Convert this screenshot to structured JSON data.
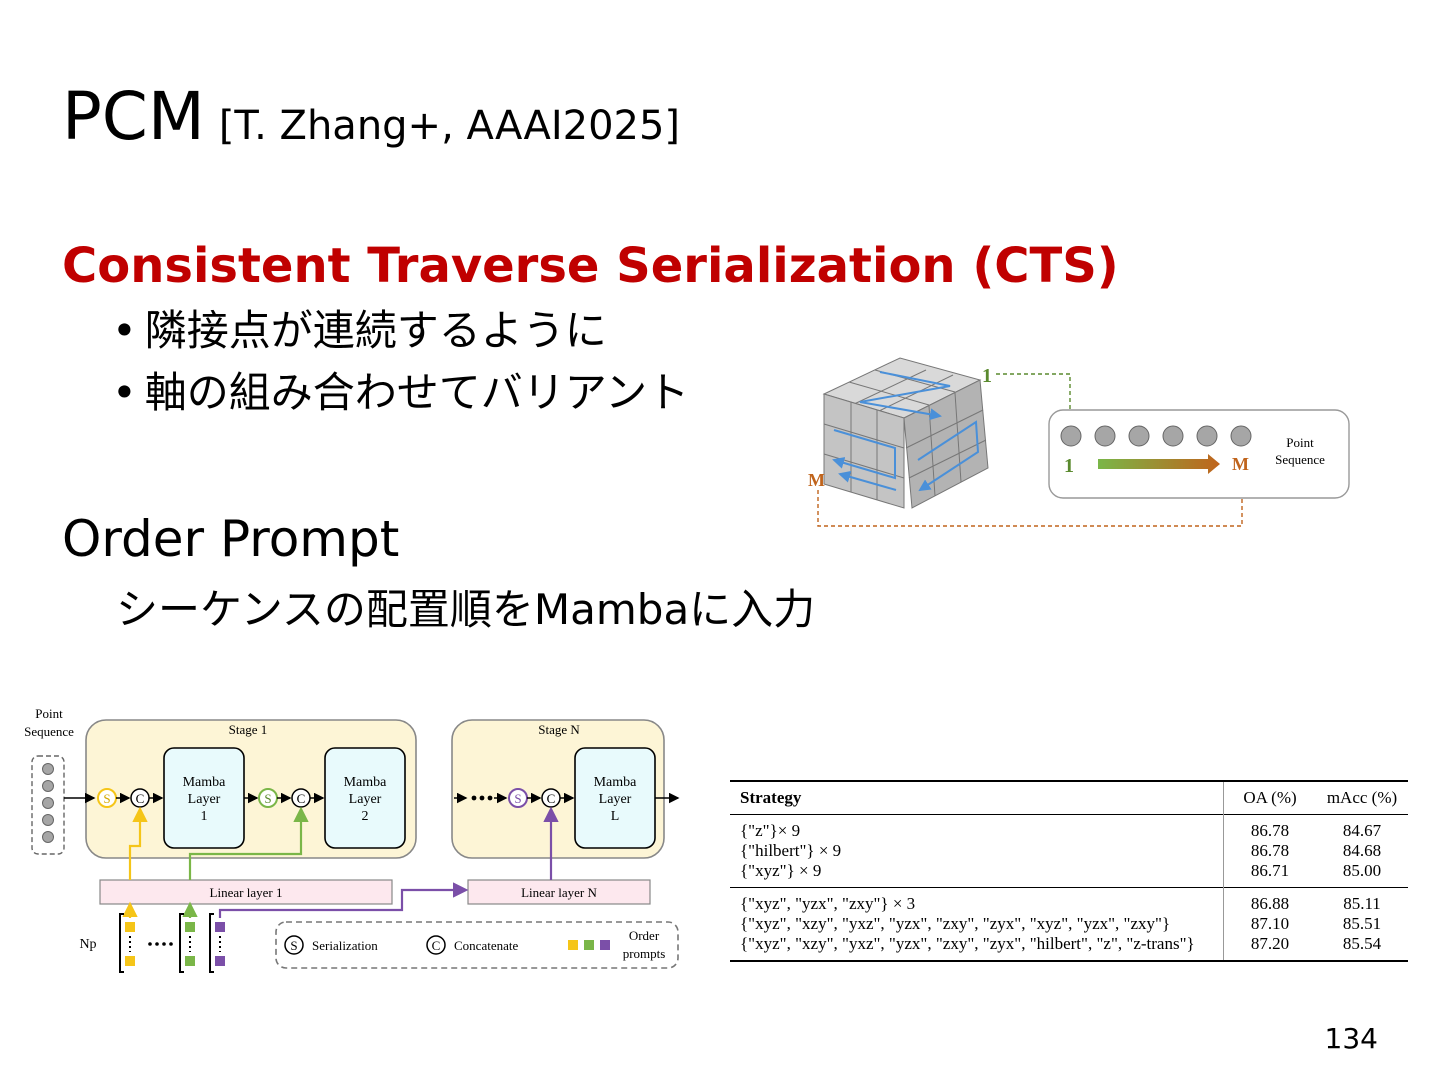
{
  "slide": {
    "title": "PCM",
    "citation": "[T. Zhang+, AAAI2025]",
    "cts_heading": "Consistent Traverse Serialization (CTS)",
    "bullets": [
      "隣接点が連続するように",
      "軸の組み合わせてバリアント"
    ],
    "order_prompt_heading": "Order Prompt",
    "order_prompt_desc": "シーケンスの配置順をMambaに入力",
    "page_number": "134"
  },
  "figure_cts": {
    "start_label": "1",
    "end_label": "M",
    "sequence_label_line1": "Point",
    "sequence_label_line2": "Sequence",
    "seq_start": "1",
    "seq_end": "M",
    "colors": {
      "start": "#5a8a2e",
      "end": "#c0641c",
      "arrow": "#4a90d9"
    }
  },
  "figure_arch": {
    "input_label_line1": "Point",
    "input_label_line2": "Sequence",
    "stage1_label": "Stage 1",
    "stageN_label": "Stage N",
    "mamba1": [
      "Mamba",
      "Layer",
      "1"
    ],
    "mamba2": [
      "Mamba",
      "Layer",
      "2"
    ],
    "mambaL": [
      "Mamba",
      "Layer",
      "L"
    ],
    "s_symbol": "S",
    "c_symbol": "C",
    "linear1_label": "Linear layer 1",
    "linearN_label": "Linear layer N",
    "np_label": "Np",
    "legend_serialization": "Serialization",
    "legend_concatenate": "Concatenate",
    "legend_order_line1": "Order",
    "legend_order_line2": "prompts",
    "colors": {
      "yellow": "#f5c518",
      "green": "#7ab648",
      "purple": "#7b4fa8",
      "stage_bg": "#fdf5d6",
      "mamba_bg": "#e8fafc",
      "linear_bg": "#fde8ee"
    }
  },
  "table": {
    "headers": [
      "Strategy",
      "OA (%)",
      "mAcc (%)"
    ],
    "group1": [
      {
        "strategy": "{\"z\"}× 9",
        "oa": "86.78",
        "macc": "84.67"
      },
      {
        "strategy": "{\"hilbert\"} × 9",
        "oa": "86.78",
        "macc": "84.68"
      },
      {
        "strategy": "{\"xyz\"} × 9",
        "oa": "86.71",
        "macc": "85.00"
      }
    ],
    "group2": [
      {
        "strategy": "{\"xyz\", \"yzx\", \"zxy\"} × 3",
        "oa": "86.88",
        "macc": "85.11"
      },
      {
        "strategy": "{\"xyz\", \"xzy\", \"yxz\", \"yzx\", \"zxy\", \"zyx\", \"xyz\", \"yzx\", \"zxy\"}",
        "oa": "87.10",
        "macc": "85.51"
      },
      {
        "strategy": "{\"xyz\", \"xzy\", \"yxz\", \"yzx\", \"zxy\", \"zyx\", \"hilbert\", \"z\", \"z-trans\"}",
        "oa": "87.20",
        "macc": "85.54"
      }
    ]
  }
}
